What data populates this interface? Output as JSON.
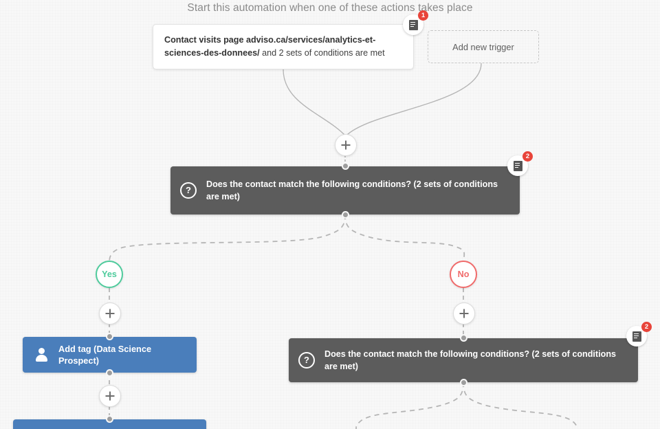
{
  "header": {
    "title": "Start this automation when one of these actions takes place"
  },
  "colors": {
    "canvas_bg": "#f8f8f8",
    "condition_box": "#5c5c5c",
    "action_box": "#4a7ebb",
    "yes_accent": "#4ecb9c",
    "no_accent": "#f06a6a",
    "badge_red": "#e8443a",
    "wire": "#b5b5b5",
    "header_text": "#8a8a8a"
  },
  "trigger": {
    "bold_text": "Contact visits page adviso.ca/services/analytics-et-sciences-des-donnees/",
    "rest_text": " and 2 sets of conditions are met",
    "badge": {
      "icon": "note-icon",
      "count": "1"
    }
  },
  "add_trigger": {
    "label": "Add new trigger"
  },
  "plus_nodes": [
    {
      "name": "plus-node-after-trigger",
      "icon": "plus-icon"
    },
    {
      "name": "plus-node-yes-branch",
      "icon": "plus-icon"
    },
    {
      "name": "plus-node-after-add-tag",
      "icon": "plus-icon"
    },
    {
      "name": "plus-node-no-branch",
      "icon": "plus-icon"
    }
  ],
  "conditions": [
    {
      "id": "condition-1",
      "icon": "question-mark-icon",
      "text": "Does the contact match the following conditions? (2 sets of conditions are met)",
      "badge": {
        "icon": "note-icon",
        "count": "2"
      }
    },
    {
      "id": "condition-2",
      "icon": "question-mark-icon",
      "text": "Does the contact match the following conditions? (2 sets of conditions are met)",
      "badge": {
        "icon": "note-icon",
        "count": "2"
      }
    }
  ],
  "branches": [
    {
      "id": "branch-yes",
      "label": "Yes",
      "accent": "#4ecb9c"
    },
    {
      "id": "branch-no",
      "label": "No",
      "accent": "#f06a6a"
    }
  ],
  "actions": [
    {
      "id": "action-add-tag",
      "icon": "contact-person-icon",
      "text": "Add tag (Data Science Prospect)"
    }
  ]
}
